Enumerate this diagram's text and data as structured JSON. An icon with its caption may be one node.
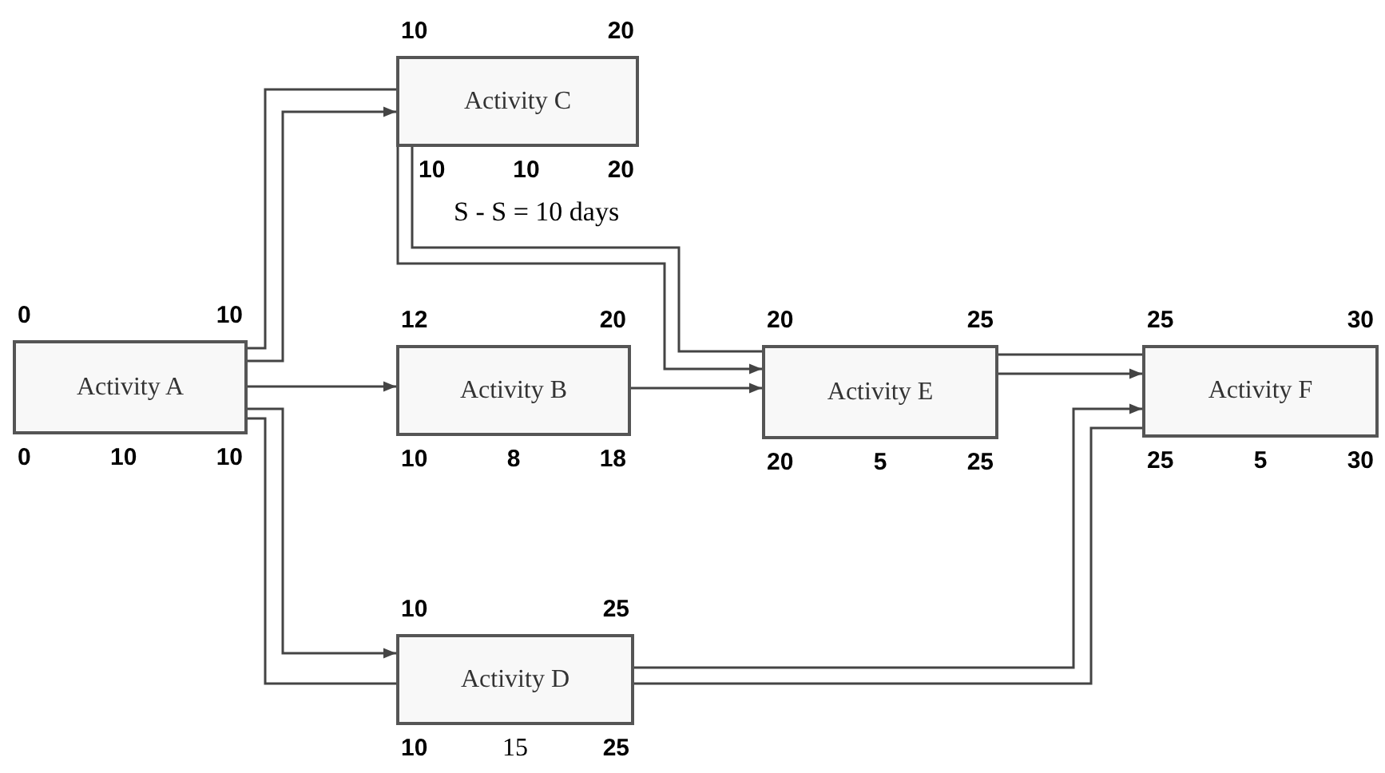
{
  "diagram": {
    "nodes": [
      {
        "text": [
          "Activity A"
        ],
        "beside": [
          "0",
          "10",
          "0",
          "10",
          "10"
        ]
      },
      {
        "text": [
          "Activity C"
        ],
        "beside": [
          "10",
          "20",
          "10",
          "10",
          "20"
        ]
      },
      {
        "text": [
          "Activity B"
        ],
        "beside": [
          "12",
          "20",
          "10",
          "8",
          "18"
        ]
      },
      {
        "text": [
          "Activity D"
        ],
        "beside": [
          "10",
          "25",
          "10",
          "15",
          "25"
        ]
      },
      {
        "text": [
          "Activity E"
        ],
        "beside": [
          "20",
          "25",
          "20",
          "5",
          "25"
        ]
      },
      {
        "text": [
          "Activity F"
        ],
        "beside": [
          "25",
          "30",
          "25",
          "5",
          "30"
        ]
      }
    ],
    "edges": [
      {
        "from": 0,
        "to": 1,
        "arrow": "none"
      },
      {
        "from": 0,
        "to": 1,
        "arrow": "to"
      },
      {
        "from": 0,
        "to": 2,
        "arrow": "to"
      },
      {
        "from": 0,
        "to": 3,
        "arrow": "none"
      },
      {
        "from": 0,
        "to": 3,
        "arrow": "to"
      },
      {
        "from": 1,
        "to": 4,
        "arrow": "none",
        "label": "S - S = 10 days"
      },
      {
        "from": 1,
        "to": 4,
        "arrow": "to"
      },
      {
        "from": 2,
        "to": 4,
        "arrow": "to"
      },
      {
        "from": 4,
        "to": 5,
        "arrow": "none"
      },
      {
        "from": 4,
        "to": 5,
        "arrow": "to"
      },
      {
        "from": 3,
        "to": 5,
        "arrow": "to"
      },
      {
        "from": 3,
        "to": 5,
        "arrow": "none"
      }
    ]
  }
}
